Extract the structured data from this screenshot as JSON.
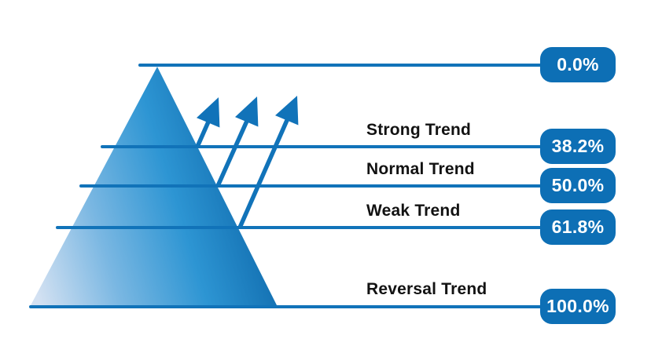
{
  "diagram": {
    "name": "fibonacci-retracement-pyramid",
    "levels": [
      {
        "label": "",
        "percent": "0.0%"
      },
      {
        "label": "Strong Trend",
        "percent": "38.2%"
      },
      {
        "label": "Normal Trend",
        "percent": "50.0%"
      },
      {
        "label": "Weak Trend",
        "percent": "61.8%"
      },
      {
        "label": "Reversal Trend",
        "percent": "100.0%"
      }
    ],
    "icons": {
      "pyramid": "gradient-pyramid-triangle",
      "arrows": "three-upward-trend-arrows"
    },
    "colors": {
      "c-primary": "#1173b9",
      "c-badge": "#0d6fb5",
      "c-label": "#121212",
      "c-badge-text": "#ffffff",
      "c-bg": "#ffffff",
      "c-tri-light": "#d3e1f2",
      "c-tri-midlight": "#7ab7e2",
      "c-tri-mid": "#2d95d3",
      "c-tri-dark": "#0a63a6"
    }
  }
}
